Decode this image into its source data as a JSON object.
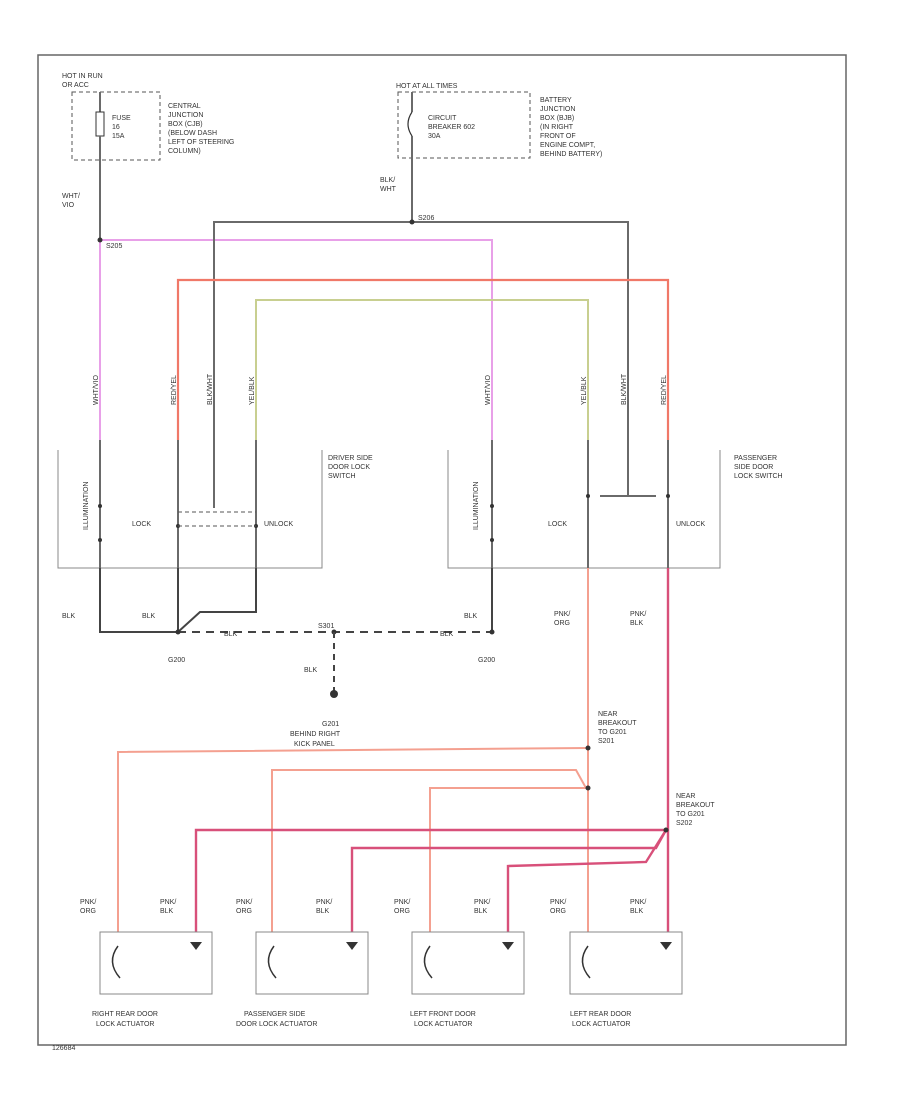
{
  "power": {
    "hot_in_run": [
      "HOT IN RUN",
      "OR ACC"
    ],
    "fuse_label": [
      "FUSE",
      "16",
      "15A"
    ],
    "cjb_desc": [
      "CENTRAL",
      "JUNCTION",
      "BOX (CJB)",
      "(BELOW DASH",
      "LEFT OF STEERING",
      "COLUMN)"
    ],
    "hot_at_all_times": "HOT AT ALL TIMES",
    "cb_label": [
      "CIRCUIT",
      "BREAKER 602",
      "30A"
    ],
    "bjb_desc": [
      "BATTERY",
      "JUNCTION",
      "BOX (BJB)",
      "(IN RIGHT",
      "FRONT OF",
      "ENGINE COMPT,",
      "BEHIND BATTERY)"
    ],
    "wire_wht_vio": [
      "WHT/",
      "VIO"
    ],
    "wire_blk_wht": [
      "BLK/",
      "WHT"
    ],
    "splice_s205": "S205",
    "splice_s206": "S206"
  },
  "wires": {
    "w1": "WHT/VIO",
    "w2": "RED/YEL",
    "w3": "BLK/WHT",
    "w4": "YEL/BLK",
    "w5": "WHT/VIO",
    "w6": "YEL/BLK",
    "w7": "BLK/WHT",
    "w8": "RED/YEL"
  },
  "driver_switch": {
    "name": [
      "DRIVER SIDE",
      "DOOR LOCK",
      "SWITCH"
    ],
    "illum": "ILLUMINATION",
    "lock": "LOCK",
    "unlock": "UNLOCK"
  },
  "passenger_switch": {
    "name": [
      "PASSENGER",
      "SIDE DOOR",
      "LOCK SWITCH"
    ],
    "illum": "ILLUMINATION",
    "lock": "LOCK",
    "unlock": "UNLOCK"
  },
  "ground": {
    "blk": "BLK",
    "g200_left": "G200",
    "g200_right": "G200",
    "s301": "S301",
    "g201": "G201",
    "g201_desc": [
      "BEHIND RIGHT",
      "KICK PANEL"
    ],
    "pnk_org": [
      "PNK/",
      "ORG"
    ],
    "pnk_blk": [
      "PNK/",
      "BLK"
    ]
  },
  "splices": {
    "s201_note": [
      "NEAR",
      "BREAKOUT",
      "TO G201",
      "S201"
    ],
    "s202_note": [
      "NEAR",
      "BREAKOUT",
      "TO G201",
      "S202"
    ]
  },
  "actuators": [
    {
      "name": [
        "RIGHT REAR DOOR",
        "LOCK ACTUATOR"
      ],
      "left_wire": [
        "PNK/",
        "ORG"
      ],
      "right_wire": [
        "PNK/",
        "BLK"
      ]
    },
    {
      "name": [
        "PASSENGER SIDE",
        "DOOR LOCK ACTUATOR"
      ],
      "left_wire": [
        "PNK/",
        "ORG"
      ],
      "right_wire": [
        "PNK/",
        "BLK"
      ]
    },
    {
      "name": [
        "LEFT FRONT DOOR",
        "LOCK ACTUATOR"
      ],
      "left_wire": [
        "PNK/",
        "ORG"
      ],
      "right_wire": [
        "PNK/",
        "BLK"
      ]
    },
    {
      "name": [
        "LEFT REAR DOOR",
        "LOCK ACTUATOR"
      ],
      "left_wire": [
        "PNK/",
        "ORG"
      ],
      "right_wire": [
        "PNK/",
        "BLK"
      ]
    }
  ],
  "footer_code": "126684"
}
